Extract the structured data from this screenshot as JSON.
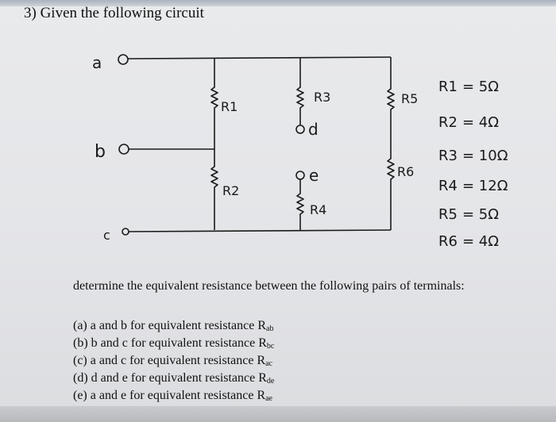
{
  "heading": "3) Given the following circuit",
  "circuit": {
    "terminals": {
      "a": "a",
      "b": "b",
      "c": "c",
      "d": "d",
      "e": "e"
    },
    "labels": {
      "r1": "R1",
      "r2": "R2",
      "r3": "R3",
      "r4": "R4",
      "r5": "R5",
      "r6": "R6"
    },
    "values": [
      {
        "name": "R1",
        "value": "= 5Ω"
      },
      {
        "name": "R2",
        "value": "= 4Ω"
      },
      {
        "name": "R3",
        "value": "= 10Ω"
      },
      {
        "name": "R4",
        "value": "= 12Ω"
      },
      {
        "name": "R5",
        "value": "= 5Ω"
      },
      {
        "name": "R6",
        "value": "= 4Ω"
      }
    ]
  },
  "prompt": "determine the equivalent resistance between the following pairs of terminals:",
  "parts": [
    {
      "text": "(a) a and b for equivalent resistance R",
      "sub": "ab"
    },
    {
      "text": "(b) b and c for equivalent resistance R",
      "sub": "bc"
    },
    {
      "text": "(c) a and c for equivalent resistance R",
      "sub": "ac"
    },
    {
      "text": "(d) d and e for equivalent resistance R",
      "sub": "de"
    },
    {
      "text": "(e) a and e for equivalent resistance R",
      "sub": "ae"
    }
  ]
}
